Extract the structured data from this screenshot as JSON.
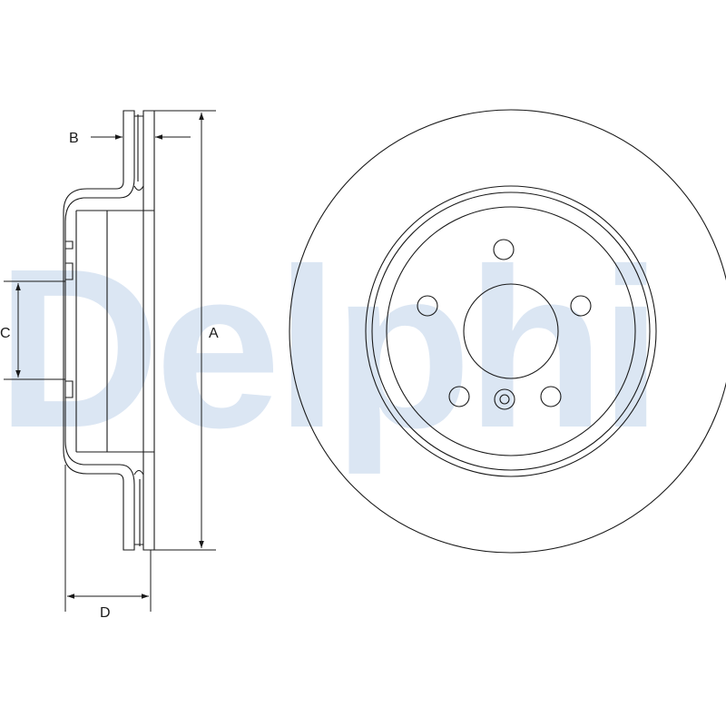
{
  "watermark": {
    "text": "Delphi",
    "color": "#dbe6f3"
  },
  "labels": {
    "a": "A",
    "b": "B",
    "c": "C",
    "d": "D"
  },
  "colors": {
    "line": "#1a1a1a",
    "fill": "#ffffff",
    "shadow": "#cfcfcf"
  }
}
